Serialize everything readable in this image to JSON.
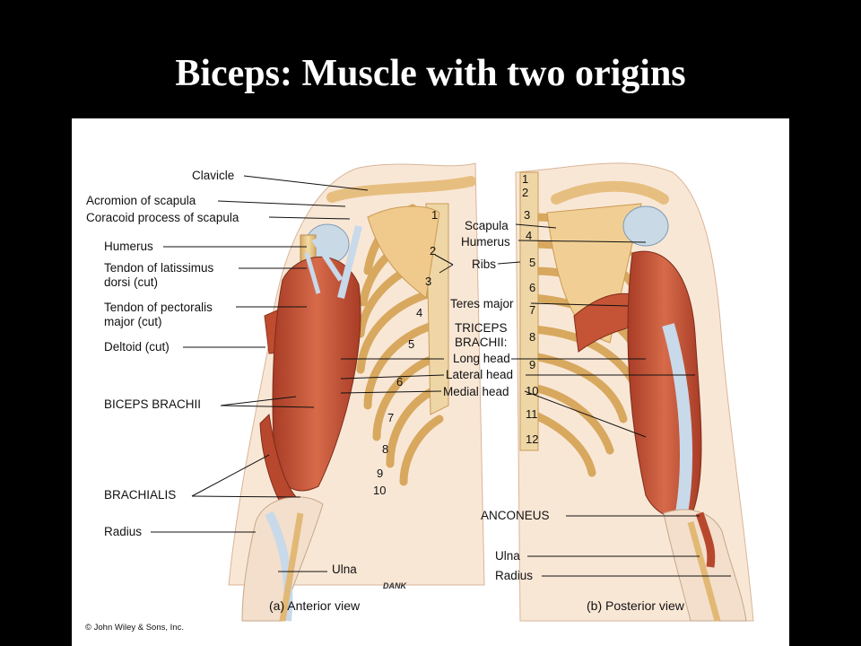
{
  "title": "Biceps:  Muscle with two origins",
  "labels_anterior": {
    "clavicle": "Clavicle",
    "acromion": "Acromion of scapula",
    "coracoid": "Coracoid process of scapula",
    "humerus": "Humerus",
    "tendon_latissimus_1": "Tendon of latissimus",
    "tendon_latissimus_2": "dorsi (cut)",
    "tendon_pectoralis_1": "Tendon of pectoralis",
    "tendon_pectoralis_2": "major (cut)",
    "deltoid": "Deltoid (cut)",
    "biceps_brachii": "BICEPS BRACHII",
    "brachialis": "BRACHIALIS",
    "radius": "Radius",
    "ulna": "Ulna"
  },
  "labels_middle": {
    "scapula": "Scapula",
    "humerus": "Humerus",
    "ribs": "Ribs",
    "teres_major": "Teres major",
    "triceps_1": "TRICEPS",
    "triceps_2": "BRACHII:",
    "long_head": "Long head",
    "lateral_head": "Lateral head",
    "medial_head": "Medial head"
  },
  "labels_posterior": {
    "anconeus": "ANCONEUS",
    "ulna": "Ulna",
    "radius": "Radius"
  },
  "rib_numbers_anterior": [
    "1",
    "2",
    "3",
    "4",
    "5",
    "6",
    "7",
    "8",
    "9",
    "10"
  ],
  "rib_numbers_posterior": [
    "1",
    "2",
    "3",
    "4",
    "5",
    "6",
    "7",
    "8",
    "9",
    "10",
    "11",
    "12"
  ],
  "caption_a": "(a)  Anterior view",
  "caption_b": "(b) Posterior view",
  "copyright": "© John Wiley & Sons, Inc.",
  "signature": "DANK",
  "colors": {
    "background": "#000000",
    "panel": "#ffffff",
    "skin": "#f7e3cf",
    "bone": "#e9c98f",
    "muscle": "#c9573a",
    "tendon": "#c8d9ea"
  }
}
